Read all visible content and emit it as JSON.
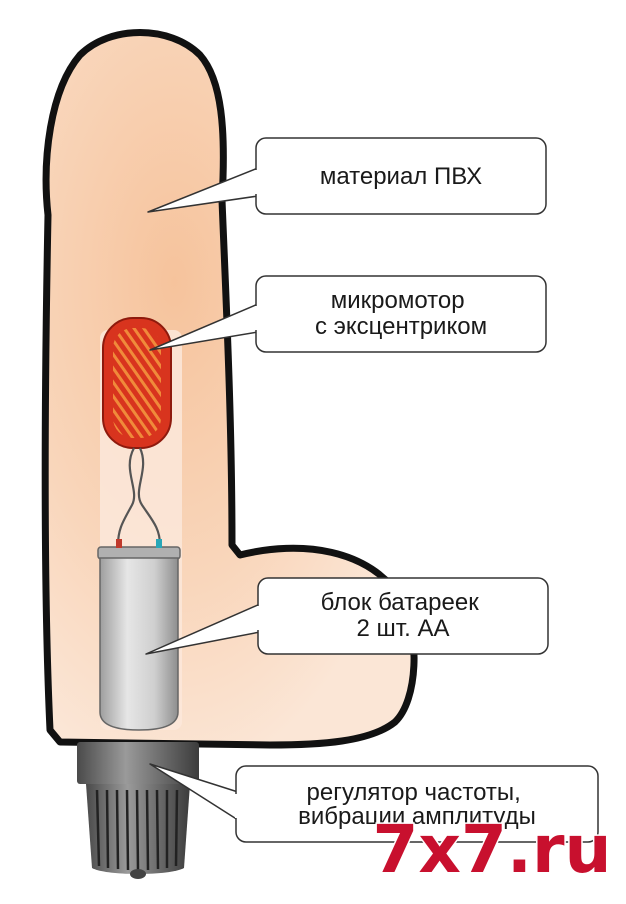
{
  "callouts": {
    "material": {
      "lines": [
        "материал ПВХ"
      ]
    },
    "motor": {
      "lines": [
        "микромотор",
        "с эксцентриком"
      ]
    },
    "battery": {
      "lines": [
        "блок батареек",
        "2 шт. АА"
      ]
    },
    "regulator": {
      "lines": [
        "регулятор частоты,",
        "вибрации амплитуды"
      ]
    }
  },
  "watermark": {
    "text": "7x7.ru",
    "fill_color": "#c8102e",
    "stroke_color": "#ffffff"
  },
  "colors": {
    "body_fill": "#f8d2b4",
    "body_stroke": "#111111",
    "motor": "#d8341e",
    "battery": "#c9c9c9",
    "regulator": "#555555"
  }
}
